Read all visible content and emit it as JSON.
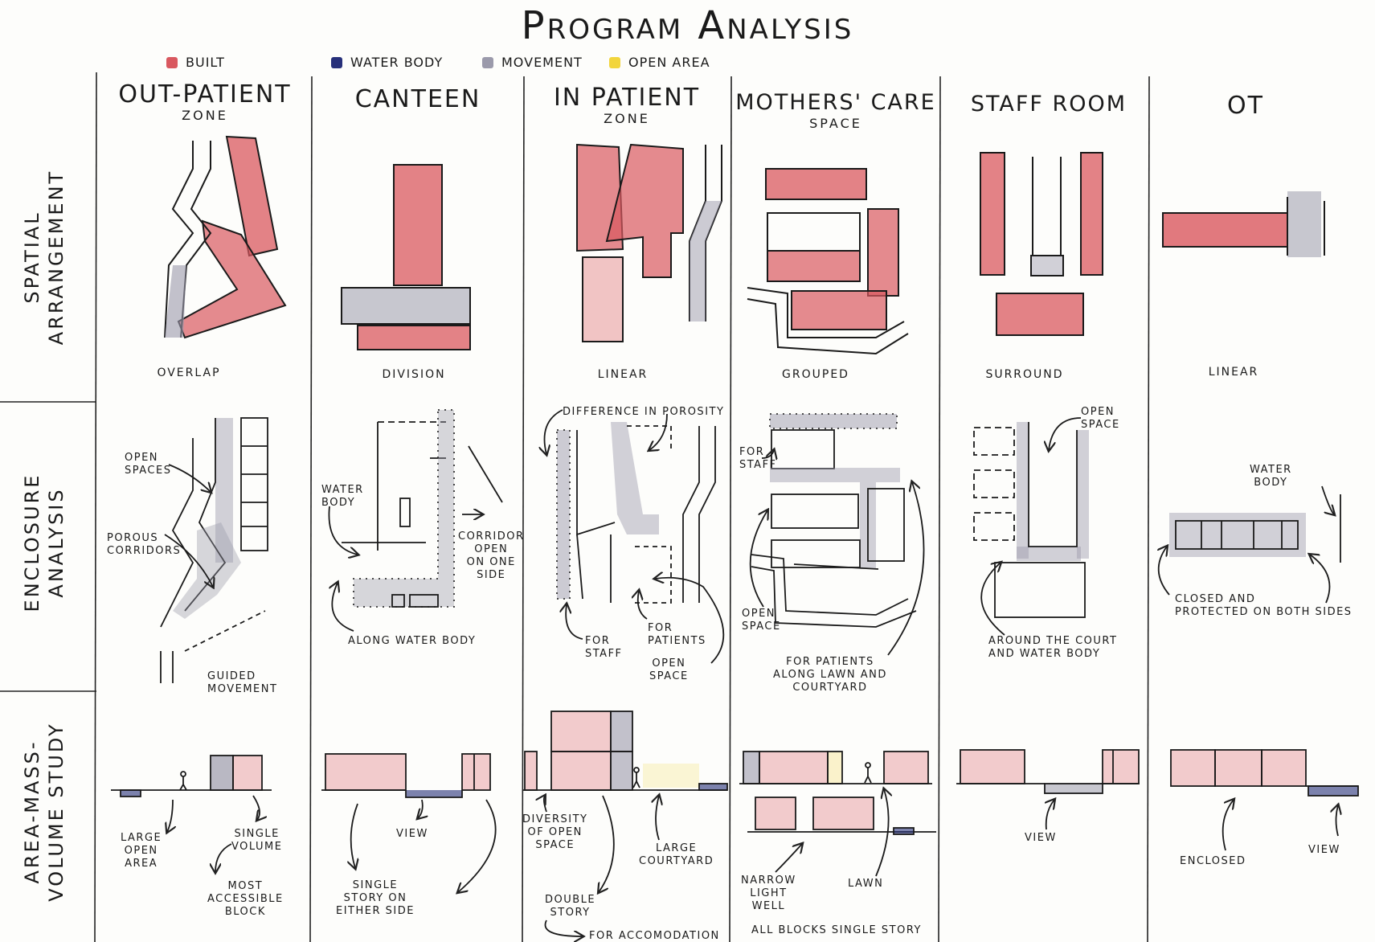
{
  "title": "Program Analysis",
  "legend": [
    {
      "label": "BUILT",
      "color": "#d9585f"
    },
    {
      "label": "WATER BODY",
      "color": "#27307a"
    },
    {
      "label": "MOVEMENT",
      "color": "#9b9aab"
    },
    {
      "label": "OPEN AREA",
      "color": "#f2d53c"
    }
  ],
  "rows": [
    "SPATIAL\nARRANGEMENT",
    "ENCLOSURE\nANALYSIS",
    "AREA-MASS-\nVOLUME STUDY"
  ],
  "columns": [
    {
      "title": "OUT-PATIENT",
      "subtitle": "ZONE",
      "arrangement": "OVERLAP"
    },
    {
      "title": "CANTEEN",
      "subtitle": "",
      "arrangement": "DIVISION"
    },
    {
      "title": "IN PATIENT",
      "subtitle": "ZONE",
      "arrangement": "LINEAR"
    },
    {
      "title": "MOTHERS' CARE",
      "subtitle": "SPACE",
      "arrangement": "GROUPED"
    },
    {
      "title": "STAFF ROOM",
      "subtitle": "",
      "arrangement": "SURROUND"
    },
    {
      "title": "OT",
      "subtitle": "",
      "arrangement": "LINEAR"
    }
  ],
  "enclosure_notes": {
    "outpatient": [
      "OPEN\nSPACES",
      "POROUS\nCORRIDORS",
      "GUIDED\nMOVEMENT"
    ],
    "canteen": [
      "WATER\nBODY",
      "CORRIDOR\nOPEN\nON ONE\nSIDE",
      "ALONG WATER BODY"
    ],
    "inpatient": [
      "DIFFERENCE IN POROSITY",
      "FOR\nSTAFF",
      "FOR\nPATIENTS",
      "OPEN\nSPACE"
    ],
    "mothers": [
      "FOR\nSTAFF",
      "OPEN\nSPACE",
      "FOR PATIENTS\nALONG LAWN AND\nCOURTYARD"
    ],
    "staff": [
      "OPEN\nSPACE",
      "AROUND THE COURT\nAND WATER BODY"
    ],
    "ot": [
      "WATER\nBODY",
      "CLOSED AND\nPROTECTED ON BOTH SIDES"
    ]
  },
  "volume_notes": {
    "outpatient": [
      "LARGE\nOPEN\nAREA",
      "SINGLE\nVOLUME",
      "MOST\nACCESSIBLE\nBLOCK"
    ],
    "canteen": [
      "VIEW",
      "SINGLE\nSTORY ON\nEITHER SIDE"
    ],
    "inpatient": [
      "DIVERSITY\nOF OPEN\nSPACE",
      "LARGE\nCOURTYARD",
      "DOUBLE\nSTORY",
      "FOR ACCOMODATION"
    ],
    "mothers": [
      "NARROW\nLIGHT\nWELL",
      "LAWN",
      "ALL BLOCKS SINGLE STORY"
    ],
    "staff": [
      "VIEW"
    ],
    "ot": [
      "ENCLOSED",
      "VIEW"
    ]
  }
}
